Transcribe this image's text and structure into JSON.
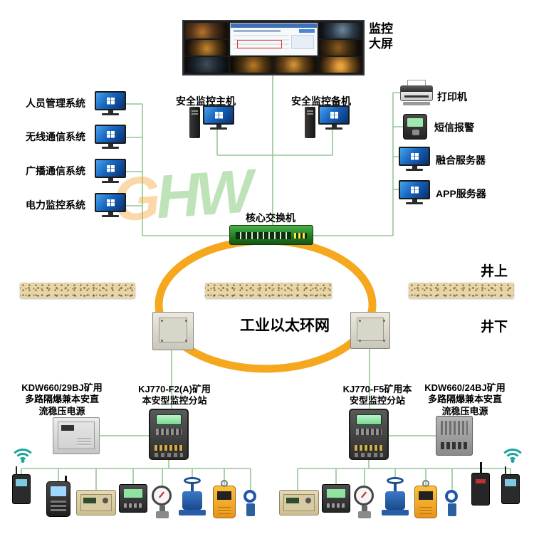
{
  "video_wall": {
    "label": "监控\n大屏"
  },
  "left_systems": [
    {
      "label": "人员管理系统",
      "icon": "monitor-icon"
    },
    {
      "label": "无线通信系统",
      "icon": "monitor-icon"
    },
    {
      "label": "广播通信系统",
      "icon": "monitor-icon"
    },
    {
      "label": "电力监控系统",
      "icon": "monitor-icon"
    }
  ],
  "hosts": {
    "primary": "安全监控主机",
    "backup": "安全监控备机"
  },
  "right_devices": [
    {
      "label": "打印机",
      "icon": "printer-icon"
    },
    {
      "label": "短信报警",
      "icon": "sms-alarm-icon"
    },
    {
      "label": "融合服务器",
      "icon": "monitor-icon"
    },
    {
      "label": "APP服务器",
      "icon": "monitor-icon"
    }
  ],
  "core_switch": {
    "label": "核心交换机"
  },
  "ring": {
    "label": "工业以太环网",
    "color": "#F5A81E"
  },
  "zones": {
    "above": "井上",
    "below": "井下"
  },
  "underground_labels": {
    "left_power": "KDW660/29BJ矿用\n多路隔爆兼本安直\n流稳压电源",
    "left_substation": "KJ770-F2(A)矿用\n本安型监控分站",
    "right_substation": "KJ770-F5矿用本\n安型监控分站",
    "right_power": "KDW660/24BJ矿用\n多路隔爆兼本安直\n流稳压电源"
  },
  "watermark": {
    "letters": [
      {
        "ch": "G",
        "color": "#f59a23"
      },
      {
        "ch": "H",
        "color": "#58b847"
      },
      {
        "ch": "W",
        "color": "#58b847"
      }
    ]
  },
  "field_devices_left": [
    "wifi-icon",
    "wireless-receiver",
    "handheld-terminal",
    "beige-instrument",
    "dark-instrument",
    "pressure-gauge",
    "valve-device",
    "gas-sensor",
    "clamp-device"
  ],
  "field_devices_right": [
    "beige-instrument",
    "dark-instrument",
    "pressure-gauge",
    "valve-device",
    "gas-sensor",
    "clamp-device",
    "antenna-unit",
    "wifi-icon",
    "wireless-receiver"
  ],
  "colors": {
    "wire": "#94c794",
    "ring": "#F5A81E",
    "ground": "#e6d5a8"
  }
}
